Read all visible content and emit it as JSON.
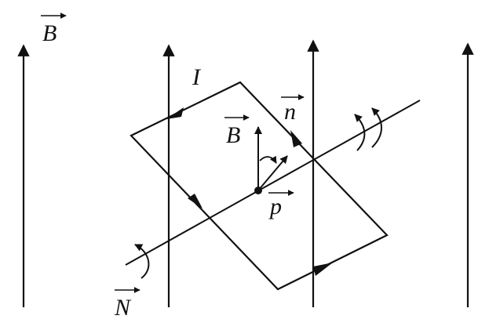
{
  "labels": {
    "field_outer": "B",
    "current": "I",
    "normal": "n",
    "field_inner": "B",
    "moment": "p",
    "torque": "N"
  },
  "colors": {
    "ink": "#111111",
    "background": "#ffffff"
  }
}
